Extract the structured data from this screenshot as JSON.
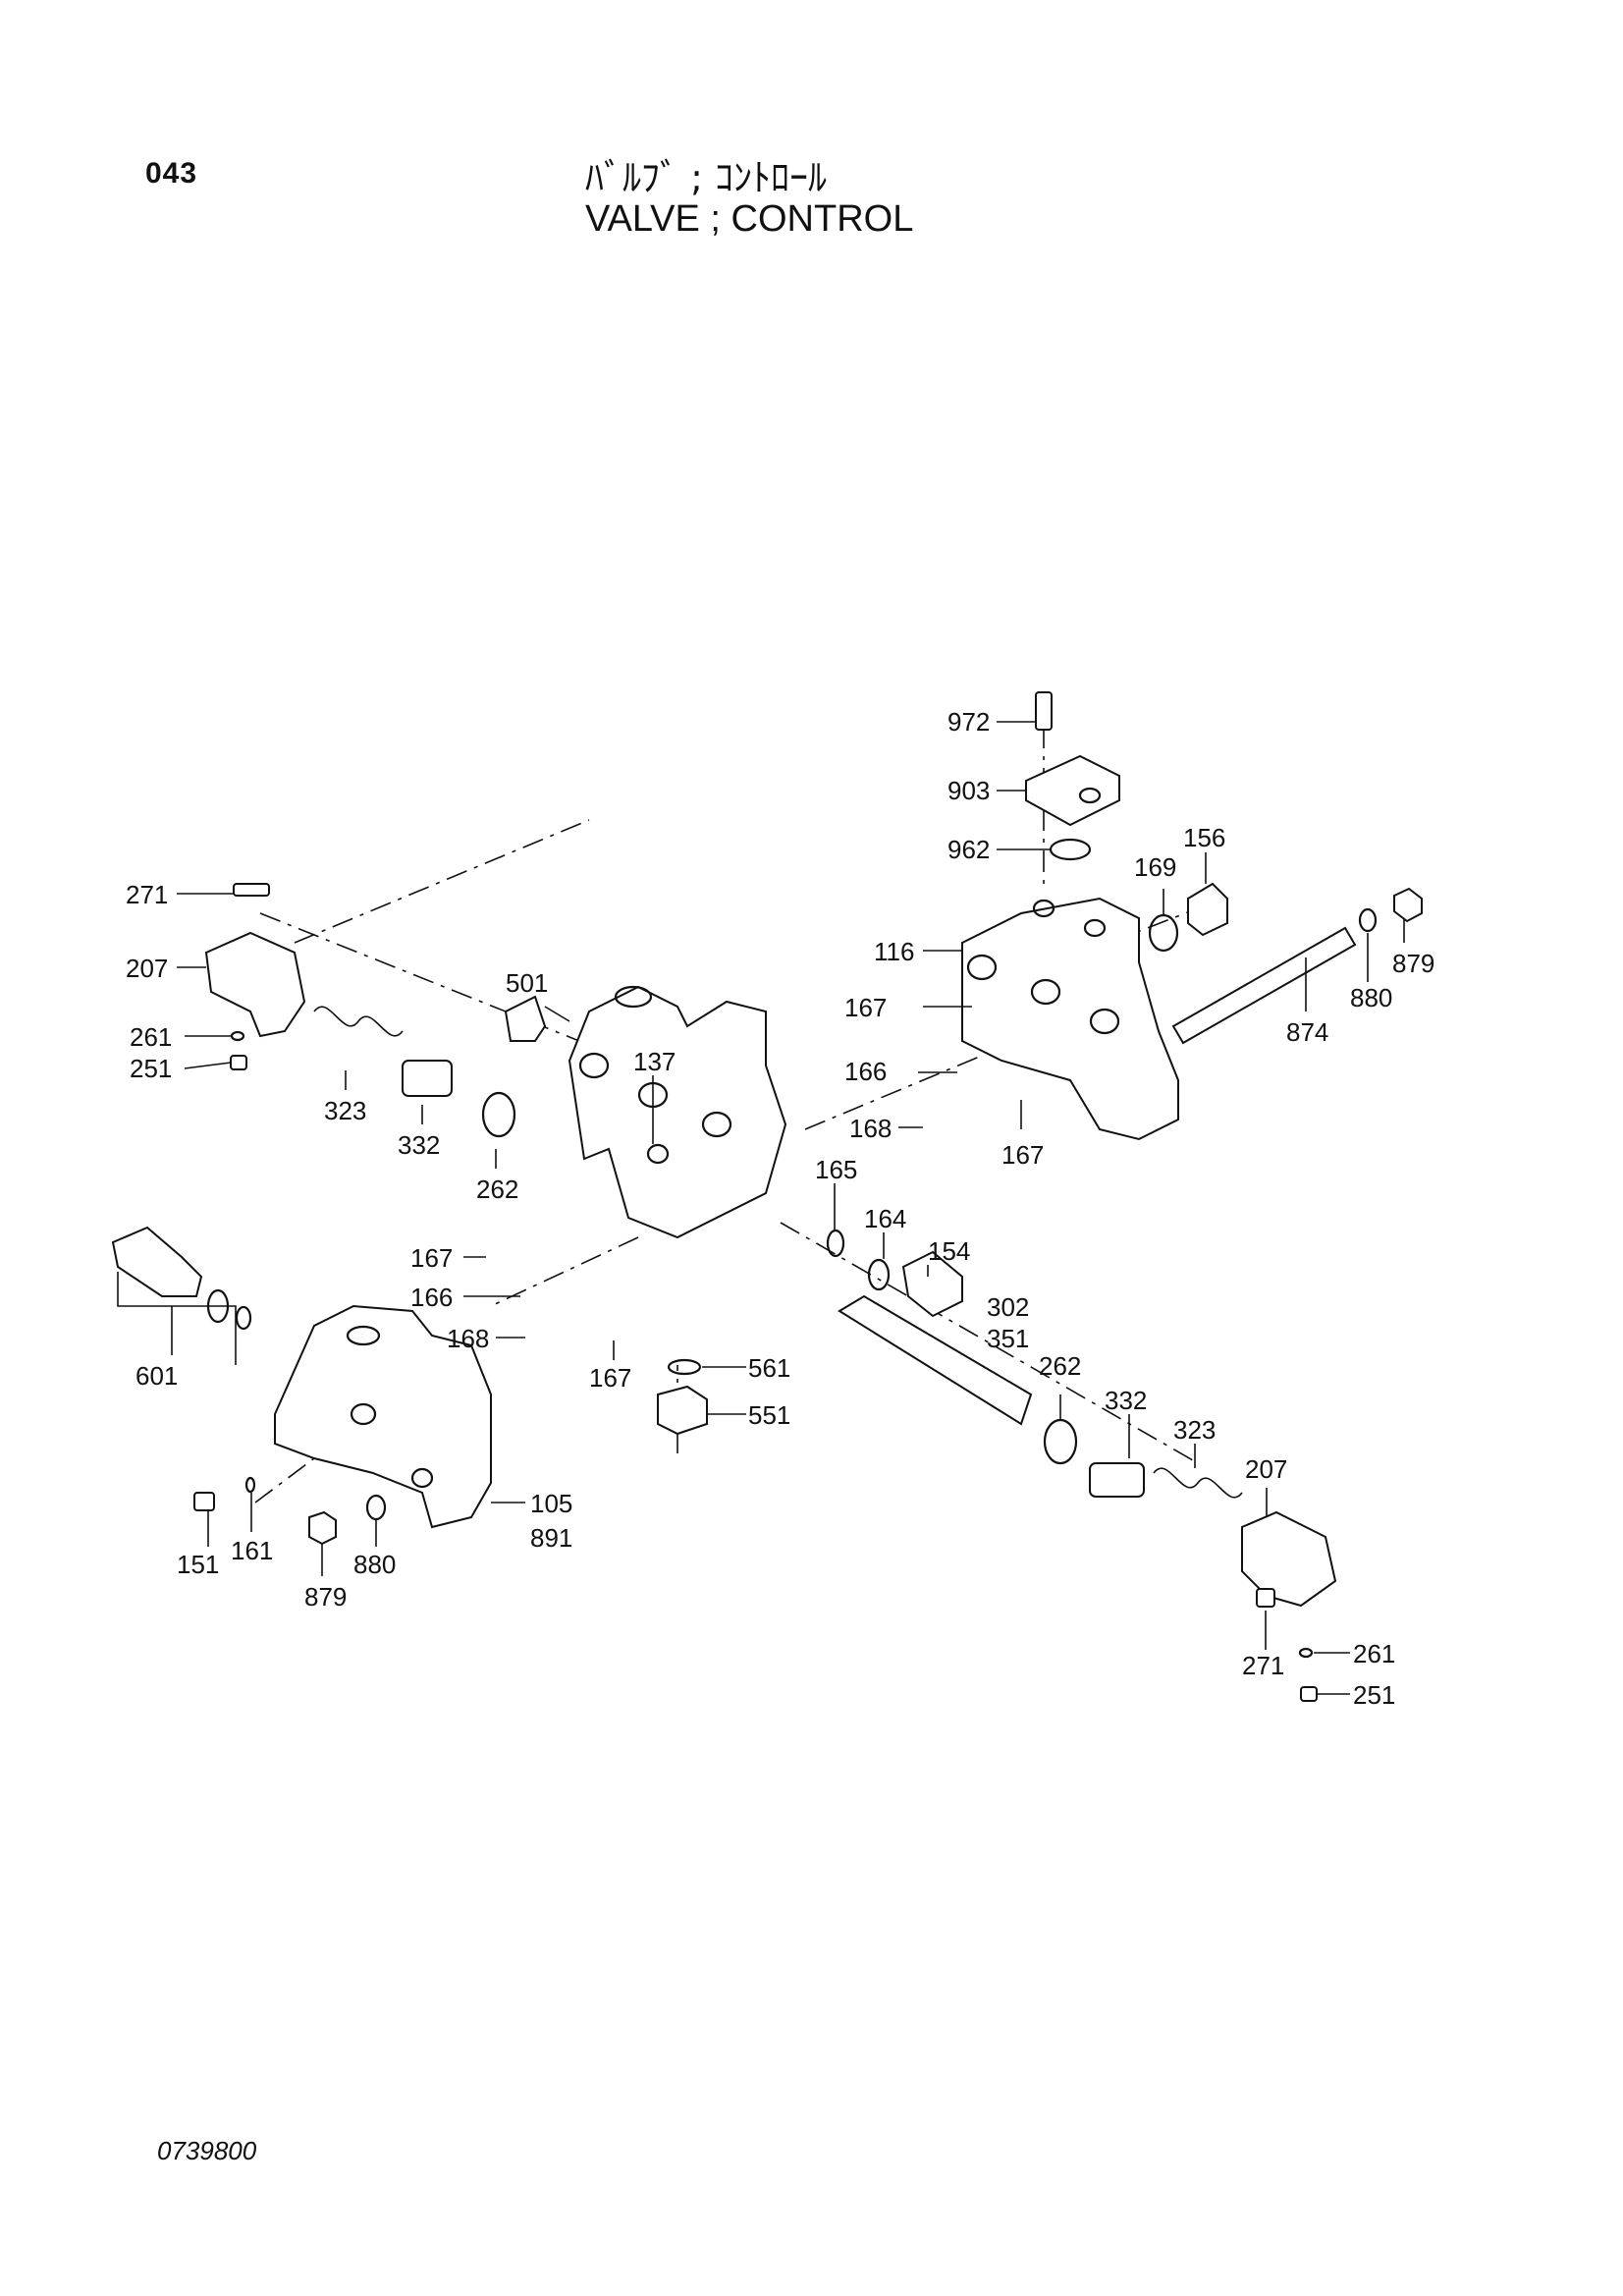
{
  "header": {
    "page_number": "043",
    "title_jp": "ﾊﾞﾙﾌﾞ ; ｺﾝﾄﾛｰﾙ",
    "title_en": "VALVE ; CONTROL"
  },
  "footer": {
    "code": "0739800"
  },
  "callouts": [
    {
      "id": "c972",
      "label": "972"
    },
    {
      "id": "c903",
      "label": "903"
    },
    {
      "id": "c962",
      "label": "962"
    },
    {
      "id": "c169",
      "label": "169"
    },
    {
      "id": "c156",
      "label": "156"
    },
    {
      "id": "c879a",
      "label": "879"
    },
    {
      "id": "c880a",
      "label": "880"
    },
    {
      "id": "c874",
      "label": "874"
    },
    {
      "id": "c116",
      "label": "116"
    },
    {
      "id": "c167a",
      "label": "167"
    },
    {
      "id": "c166a",
      "label": "166"
    },
    {
      "id": "c168a",
      "label": "168"
    },
    {
      "id": "c167b",
      "label": "167"
    },
    {
      "id": "c271a",
      "label": "271"
    },
    {
      "id": "c207a",
      "label": "207"
    },
    {
      "id": "c261a",
      "label": "261"
    },
    {
      "id": "c251a",
      "label": "251"
    },
    {
      "id": "c323a",
      "label": "323"
    },
    {
      "id": "c332a",
      "label": "332"
    },
    {
      "id": "c501",
      "label": "501"
    },
    {
      "id": "c137",
      "label": "137"
    },
    {
      "id": "c262a",
      "label": "262"
    },
    {
      "id": "c165",
      "label": "165"
    },
    {
      "id": "c164",
      "label": "164"
    },
    {
      "id": "c154",
      "label": "154"
    },
    {
      "id": "c167c",
      "label": "167"
    },
    {
      "id": "c166b",
      "label": "166"
    },
    {
      "id": "c168b",
      "label": "168"
    },
    {
      "id": "c167d",
      "label": "167"
    },
    {
      "id": "c561",
      "label": "561"
    },
    {
      "id": "c551",
      "label": "551"
    },
    {
      "id": "c302",
      "label": "302"
    },
    {
      "id": "c351",
      "label": "351"
    },
    {
      "id": "c262b",
      "label": "262"
    },
    {
      "id": "c332b",
      "label": "332"
    },
    {
      "id": "c323b",
      "label": "323"
    },
    {
      "id": "c207b",
      "label": "207"
    },
    {
      "id": "c271b",
      "label": "271"
    },
    {
      "id": "c261b",
      "label": "261"
    },
    {
      "id": "c251b",
      "label": "251"
    },
    {
      "id": "c601",
      "label": "601"
    },
    {
      "id": "c105",
      "label": "105"
    },
    {
      "id": "c891",
      "label": "891"
    },
    {
      "id": "c151",
      "label": "151"
    },
    {
      "id": "c161",
      "label": "161"
    },
    {
      "id": "c880b",
      "label": "880"
    },
    {
      "id": "c879b",
      "label": "879"
    }
  ]
}
